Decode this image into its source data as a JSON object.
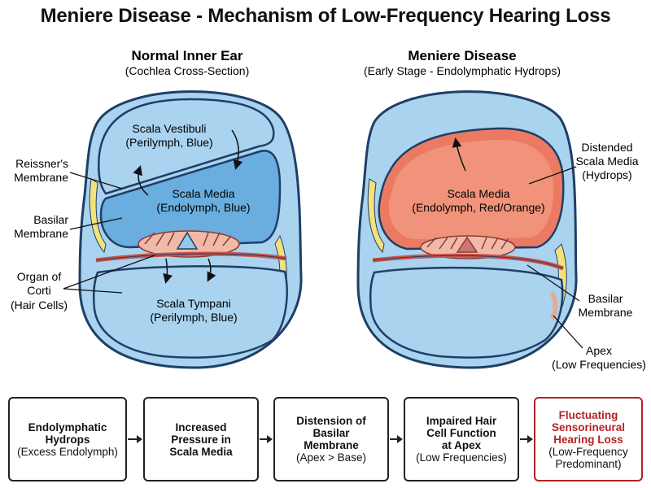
{
  "title": "Meniere Disease - Mechanism of Low-Frequency Hearing Loss",
  "left": {
    "heading": "Normal Inner Ear",
    "subheading": "(Cochlea Cross-Section)",
    "scala_vestibuli": [
      "Scala Vestibuli",
      "(Perilymph, Blue)"
    ],
    "scala_media": [
      "Scala Media",
      "(Endolymph, Blue)"
    ],
    "scala_tympani": [
      "Scala Tympani",
      "(Perilymph, Blue)"
    ],
    "label_reissner": [
      "Reissner's",
      "Membrane"
    ],
    "label_basilar": [
      "Basilar",
      "Membrane"
    ],
    "label_corti": [
      "Organ of",
      "Corti",
      "(Hair Cells)"
    ]
  },
  "right": {
    "heading": "Meniere Disease",
    "subheading": "(Early Stage - Endolymphatic Hydrops)",
    "scala_media": [
      "Scala Media",
      "(Endolymph, Red/Orange)"
    ],
    "label_distended": [
      "Distended",
      "Scala Media",
      "(Hydrops)"
    ],
    "label_basilar": [
      "Basilar",
      "Membrane"
    ],
    "label_apex": [
      "Apex",
      "(Low Frequencies)"
    ]
  },
  "flow": [
    {
      "bold": [
        "Endolymphatic",
        "Hydrops"
      ],
      "sub": [
        "(Excess Endolymph)"
      ]
    },
    {
      "bold": [
        "Increased",
        "Pressure in",
        "Scala Media"
      ],
      "sub": []
    },
    {
      "bold": [
        "Distension of",
        "Basilar",
        "Membrane"
      ],
      "sub": [
        "(Apex > Base)"
      ]
    },
    {
      "bold": [
        "Impaired Hair",
        "Cell Function",
        "at Apex"
      ],
      "sub": [
        "(Low Frequencies)"
      ]
    },
    {
      "bold": [
        "Fluctuating",
        "Sensorineural",
        "Hearing Loss"
      ],
      "sub": [
        "(Low-Frequency",
        "Predominant)"
      ]
    }
  ],
  "colors": {
    "perilymph": "#a9d3ef",
    "endolymph_normal": "#6aaee0",
    "endolymph_hydrops": "#ec7a62",
    "outline": "#1f3f66",
    "bone": "#f3e27a",
    "membrane": "#c9534b",
    "final_border": "#b32323"
  }
}
